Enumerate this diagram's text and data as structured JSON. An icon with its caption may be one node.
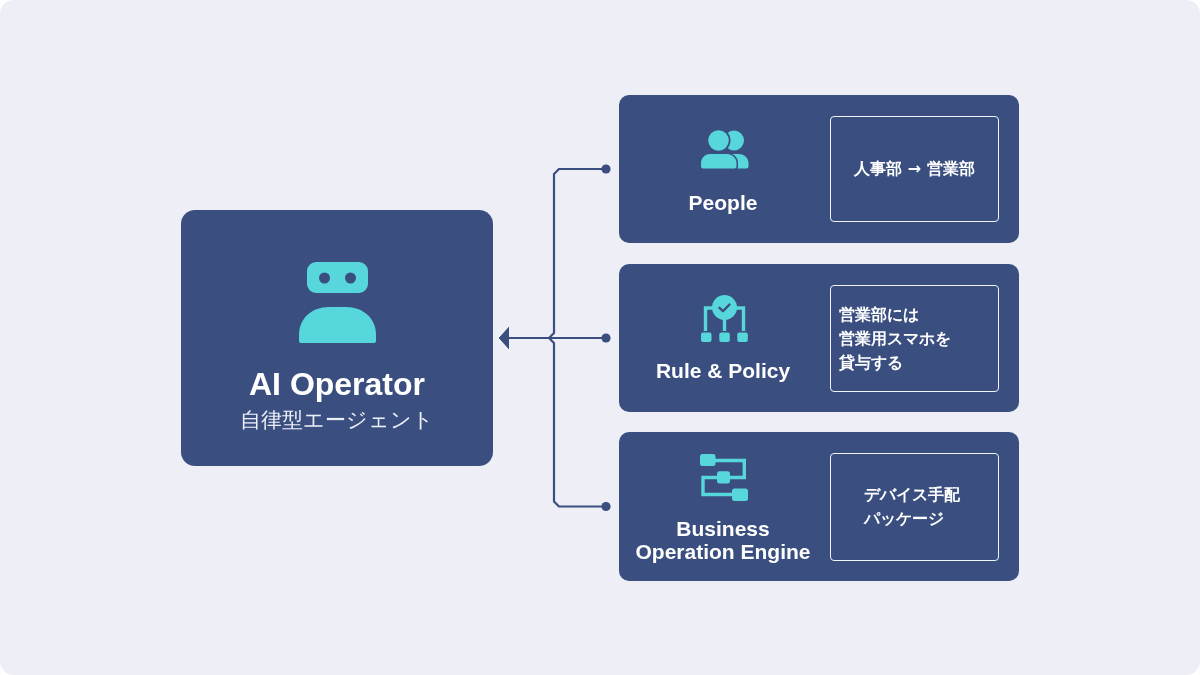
{
  "diagram": {
    "nodes": [
      {
        "text": [
          "AI Operator",
          "自律型エージェント"
        ]
      },
      {
        "text": [
          "People"
        ]
      },
      {
        "text": [
          "人事部 → 営業部"
        ],
        "in": 1
      },
      {
        "text": [
          "Rule & Policy"
        ]
      },
      {
        "text": [
          "営業部には営業用スマホを貸与する"
        ],
        "in": 3
      },
      {
        "text": [
          "Business Operation Engine"
        ]
      },
      {
        "text": [
          "デバイス手配パッケージ"
        ],
        "in": 5
      }
    ],
    "edges": [
      {
        "from": 1,
        "to": 0,
        "arrow": "to"
      },
      {
        "from": 3,
        "to": 0,
        "arrow": "to"
      },
      {
        "from": 5,
        "to": 0,
        "arrow": "to"
      }
    ]
  }
}
